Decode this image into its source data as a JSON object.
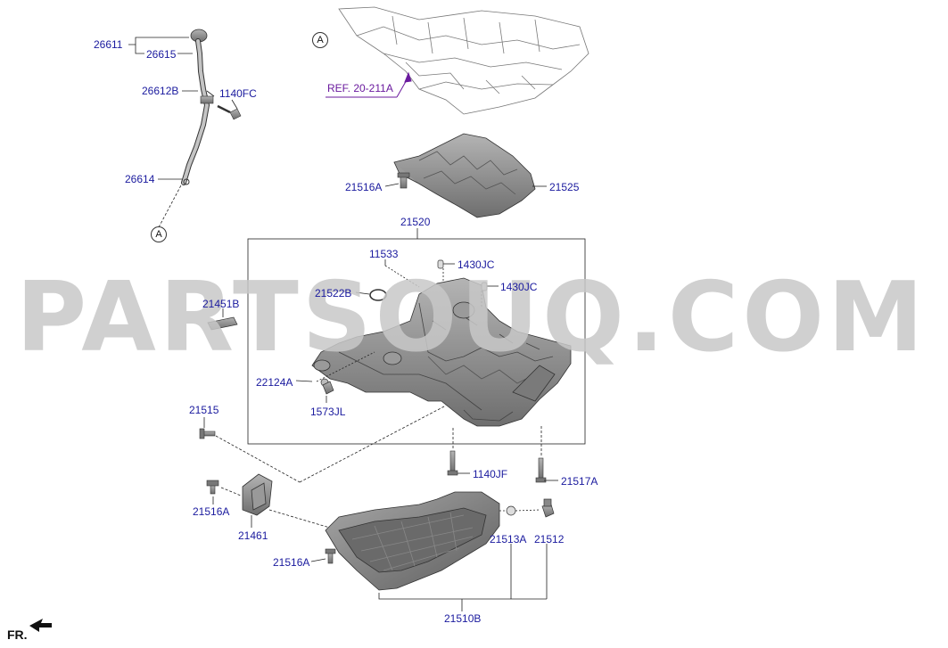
{
  "watermark": "PARTSOUQ.COM",
  "ref_label": "REF. 20-211A",
  "circle_markers": [
    "A",
    "A"
  ],
  "orientation_label": "FR.",
  "parts": [
    {
      "code": "26611"
    },
    {
      "code": "26615"
    },
    {
      "code": "26612B"
    },
    {
      "code": "1140FC"
    },
    {
      "code": "26614"
    },
    {
      "code": "21516A"
    },
    {
      "code": "21525"
    },
    {
      "code": "21520"
    },
    {
      "code": "11533"
    },
    {
      "code": "1430JC"
    },
    {
      "code": "1430JC"
    },
    {
      "code": "21522B"
    },
    {
      "code": "21451B"
    },
    {
      "code": "22124A"
    },
    {
      "code": "1573JL"
    },
    {
      "code": "21515"
    },
    {
      "code": "1140JF"
    },
    {
      "code": "21517A"
    },
    {
      "code": "21516A"
    },
    {
      "code": "21461"
    },
    {
      "code": "21513A"
    },
    {
      "code": "21512"
    },
    {
      "code": "21516A"
    },
    {
      "code": "21510B"
    }
  ],
  "colors": {
    "label": "#1a1a9e",
    "line": "#222222",
    "part_fill": "#8c8c8c",
    "watermark": "#c8c8c8",
    "ref_arrow": "#6a1a9e"
  }
}
